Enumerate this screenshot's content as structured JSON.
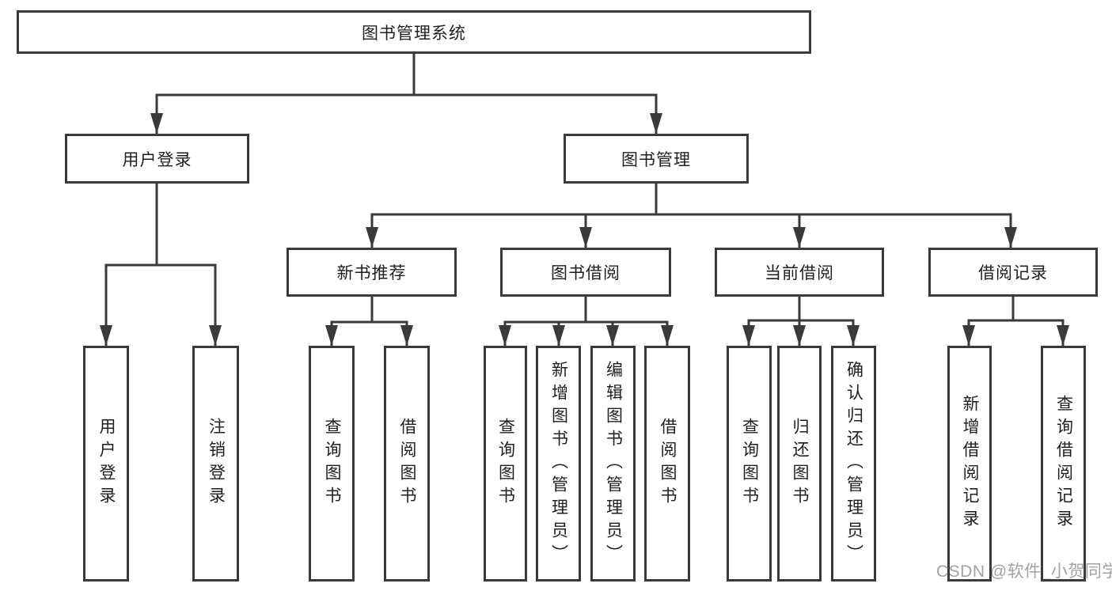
{
  "diagram": {
    "root": {
      "label": "图书管理系统"
    },
    "branches": [
      {
        "label": "用户登录",
        "children": [
          {
            "label": "用户登录"
          },
          {
            "label": "注销登录"
          }
        ]
      },
      {
        "label": "图书管理",
        "children": [
          {
            "label": "新书推荐",
            "children": [
              {
                "label": "查询图书"
              },
              {
                "label": "借阅图书"
              }
            ]
          },
          {
            "label": "图书借阅",
            "children": [
              {
                "label": "查询图书"
              },
              {
                "label": "新增图书（管理员）"
              },
              {
                "label": "编辑图书（管理员）"
              },
              {
                "label": "借阅图书"
              }
            ]
          },
          {
            "label": "当前借阅",
            "children": [
              {
                "label": "查询图书"
              },
              {
                "label": "归还图书"
              },
              {
                "label": "确认归还（管理员）"
              }
            ]
          },
          {
            "label": "借阅记录",
            "children": [
              {
                "label": "新增借阅记录"
              },
              {
                "label": "查询借阅记录"
              }
            ]
          }
        ]
      }
    ],
    "watermark": "CSDN @软件_小贺同学",
    "colors": {
      "line": "#3a3a3a",
      "text": "#1f1f1f",
      "watermark": "#a3a3a3",
      "background": "#ffffff"
    }
  }
}
